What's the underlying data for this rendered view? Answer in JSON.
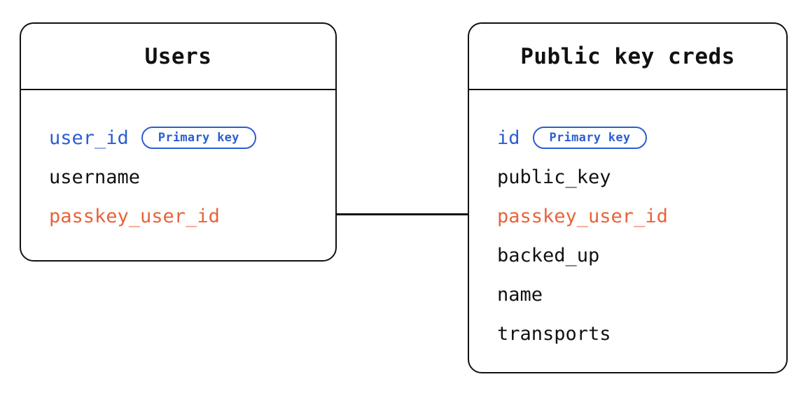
{
  "diagram": {
    "type": "entity-relationship-diagram",
    "background_color": "#ffffff",
    "colors": {
      "text": "#111111",
      "border": "#111111",
      "primary_key": "#2B5ED0",
      "foreign_key": "#E8633A"
    },
    "badge_label": "Primary key"
  },
  "entities": [
    {
      "id": "users",
      "title": "Users",
      "fields": [
        {
          "name": "user_id",
          "role": "pk",
          "badge": "Primary key"
        },
        {
          "name": "username",
          "role": "plain"
        },
        {
          "name": "passkey_user_id",
          "role": "fk"
        }
      ]
    },
    {
      "id": "public-key-creds",
      "title": "Public key creds",
      "fields": [
        {
          "name": "id",
          "role": "pk",
          "badge": "Primary key"
        },
        {
          "name": "public_key",
          "role": "plain"
        },
        {
          "name": "passkey_user_id",
          "role": "fk"
        },
        {
          "name": "backed_up",
          "role": "plain"
        },
        {
          "name": "name",
          "role": "plain"
        },
        {
          "name": "transports",
          "role": "plain"
        }
      ]
    }
  ],
  "relationships": [
    {
      "id": "users-to-creds",
      "from_entity": "users",
      "from_field": "passkey_user_id",
      "to_entity": "public-key-creds",
      "to_field": "passkey_user_id"
    }
  ]
}
